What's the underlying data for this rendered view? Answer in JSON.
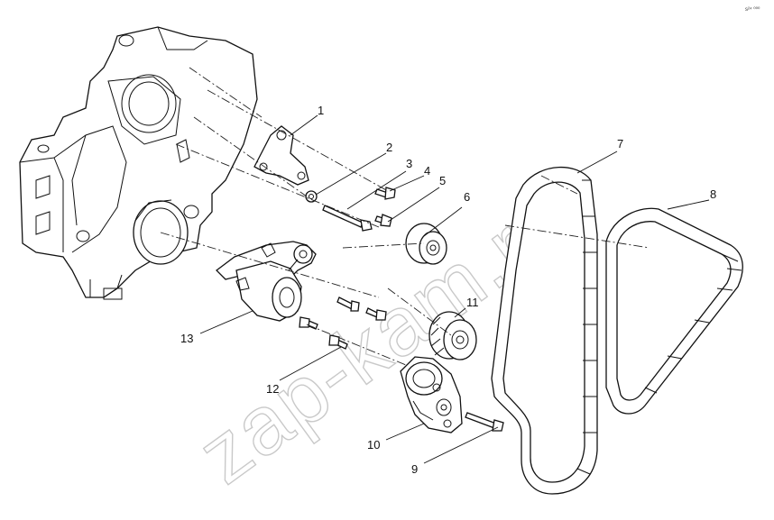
{
  "watermark": "zap-kam.ru",
  "corner_mark": "s²⁴ ⁰⁰⁰",
  "callouts": [
    {
      "id": "1",
      "label": "1"
    },
    {
      "id": "2",
      "label": "2"
    },
    {
      "id": "3",
      "label": "3"
    },
    {
      "id": "4",
      "label": "4"
    },
    {
      "id": "5",
      "label": "5"
    },
    {
      "id": "6",
      "label": "6"
    },
    {
      "id": "7",
      "label": "7"
    },
    {
      "id": "8",
      "label": "8"
    },
    {
      "id": "9",
      "label": "9"
    },
    {
      "id": "10",
      "label": "10"
    },
    {
      "id": "11",
      "label": "11"
    },
    {
      "id": "12",
      "label": "12"
    },
    {
      "id": "13",
      "label": "13"
    }
  ]
}
